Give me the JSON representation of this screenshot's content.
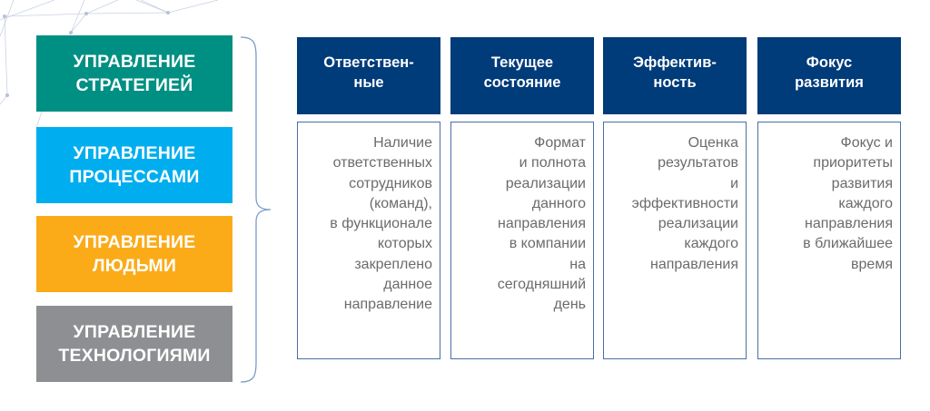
{
  "categories": [
    {
      "label": "УПРАВЛЕНИЕ\nСТРАТЕГИЕЙ",
      "color": "#008f83"
    },
    {
      "label": "УПРАВЛЕНИЕ\nПРОЦЕССАМИ",
      "color": "#00aeef"
    },
    {
      "label": "УПРАВЛЕНИЕ\nЛЮДЬМИ",
      "color": "#fbab18"
    },
    {
      "label": "УПРАВЛЕНИЕ\nТЕХНОЛОГИЯМИ",
      "color": "#8e8f92"
    }
  ],
  "columns": [
    {
      "header": "Ответствен-\nные",
      "body": "Наличие\nответственных\nсотрудников\n(команд),\nв функционале\nкоторых\nзакреплено\nданное\nнаправление"
    },
    {
      "header": "Текущее\nсостояние",
      "body": "Формат\nи полнота\nреализации\nданного\nнаправления\nв компании\nна\nсегодняшний\nдень"
    },
    {
      "header": "Эффектив-\nность",
      "body": "Оценка\nрезультатов\nи\nэффективности\nреализации\nкаждого\nнаправления"
    },
    {
      "header": "Фокус\nразвития",
      "body": "Фокус  и\nприоритеты\nразвития\nкаждого\nнаправления\nв ближайшее\nвремя"
    }
  ],
  "colors": {
    "header_bg": "#003b7a",
    "body_border": "#4a6fa5",
    "body_text": "#6b6b6b",
    "brace": "#7a9cc6"
  }
}
